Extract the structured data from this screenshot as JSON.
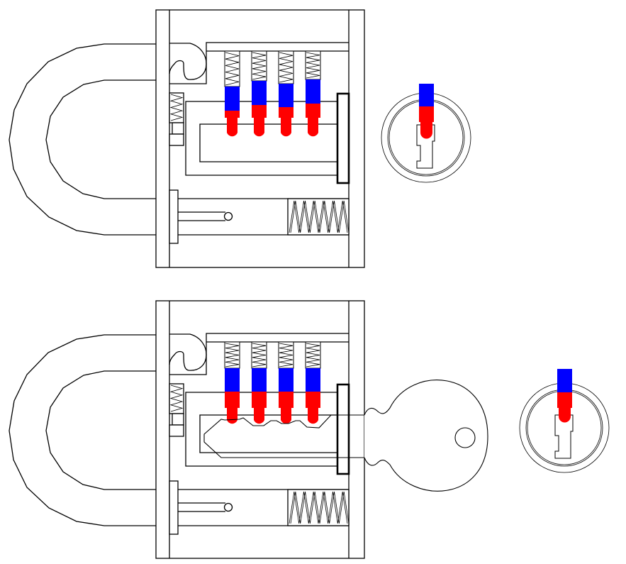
{
  "diagram": {
    "panels": [
      {
        "state": "locked",
        "pins": 4,
        "key_inserted": false,
        "driver_pin_tops": [
          122,
          114,
          118,
          112
        ]
      },
      {
        "state": "key-inserted",
        "pins": 4,
        "key_inserted": true
      }
    ]
  },
  "colors": {
    "driver_pin": "#0000ff",
    "key_pin": "#ff0000",
    "outline": "#000000",
    "background": "#ffffff"
  }
}
